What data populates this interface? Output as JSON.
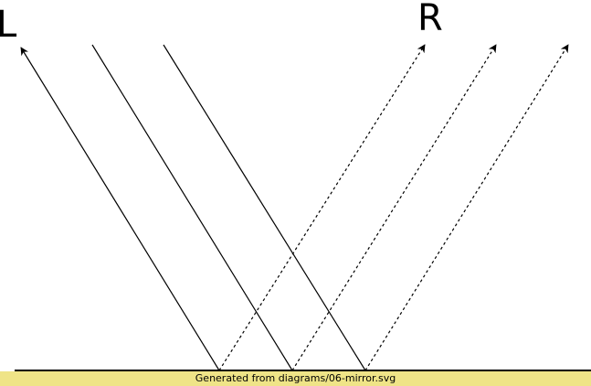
{
  "labels": {
    "left": "L",
    "right": "R"
  },
  "footer": {
    "text": "Generated from diagrams/06-mirror.svg"
  },
  "colors": {
    "ink": "#000000",
    "footer_background": "#efe487",
    "background": "#ffffff"
  }
}
